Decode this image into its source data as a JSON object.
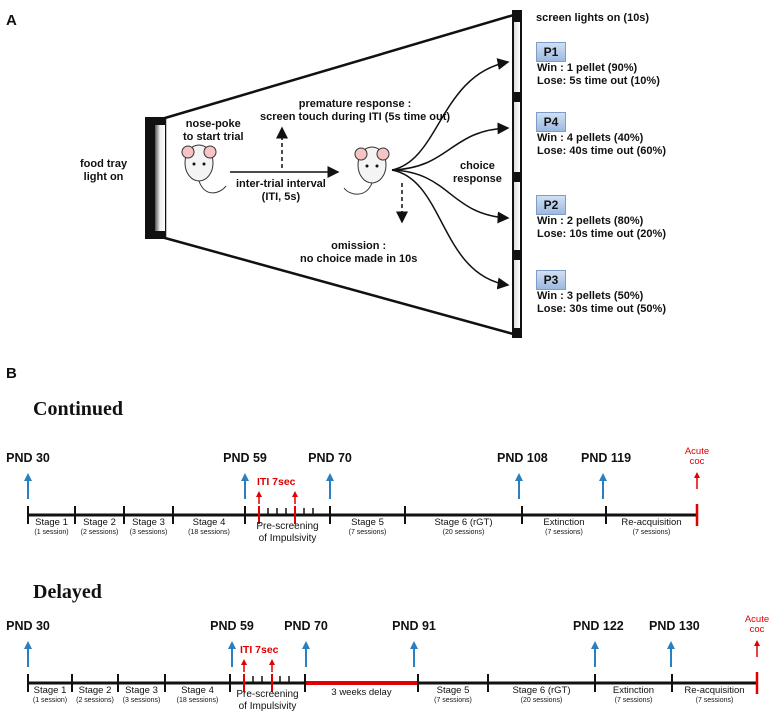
{
  "panel_a": {
    "letter": "A",
    "food_tray": [
      "food tray",
      "light on"
    ],
    "nose_poke": [
      "nose-poke",
      "to start trial"
    ],
    "premature": [
      "premature response :",
      "screen touch during ITI (5s time out)"
    ],
    "iti": [
      "inter-trial interval",
      "(ITI, 5s)"
    ],
    "omission": [
      "omission :",
      "no choice made in 10s"
    ],
    "choice": [
      "choice",
      "response"
    ],
    "screen_lights": "screen lights on (10s)",
    "options": [
      {
        "name": "P1",
        "win": "Win   : 1 pellet (90%)",
        "lose": "Lose: 5s time out (10%)"
      },
      {
        "name": "P4",
        "win": "Win   : 4 pellets (40%)",
        "lose": "Lose: 40s time out (60%)"
      },
      {
        "name": "P2",
        "win": "Win   : 2 pellets (80%)",
        "lose": "Lose: 10s time out (20%)"
      },
      {
        "name": "P3",
        "win": "Win   : 3 pellets (50%)",
        "lose": "Lose: 30s time out (50%)"
      }
    ],
    "colors": {
      "box": "#9db9e0",
      "screen": "#111111"
    }
  },
  "panel_b": {
    "letter": "B",
    "continued": {
      "title": "Continued",
      "pnd": [
        "PND 30",
        "PND 59",
        "PND 70",
        "PND 108",
        "PND 119"
      ],
      "iti": "ITI 7sec",
      "acute": [
        "Acute",
        "coc"
      ],
      "stages": [
        {
          "name": "Stage 1",
          "sessions": "(1 session)"
        },
        {
          "name": "Stage 2",
          "sessions": "(2 sessions)"
        },
        {
          "name": "Stage 3",
          "sessions": "(3 sessions)"
        },
        {
          "name": "Stage 4",
          "sessions": "(18 sessions)"
        },
        {
          "name": "Pre-screening",
          "sessions": "of Impulsivity"
        },
        {
          "name": "Stage 5",
          "sessions": "(7 sessions)"
        },
        {
          "name": "Stage 6 (rGT)",
          "sessions": "(20 sessions)"
        },
        {
          "name": "Extinction",
          "sessions": "(7 sessions)"
        },
        {
          "name": "Re-acquisition",
          "sessions": "(7 sessions)"
        }
      ]
    },
    "delayed": {
      "title": "Delayed",
      "pnd": [
        "PND 30",
        "PND 59",
        "PND 70",
        "PND 91",
        "PND 122",
        "PND 130"
      ],
      "iti": "ITI 7sec",
      "acute": [
        "Acute",
        "coc"
      ],
      "delay": "3 weeks delay",
      "stages": [
        {
          "name": "Stage 1",
          "sessions": "(1 session)"
        },
        {
          "name": "Stage 2",
          "sessions": "(2 sessions)"
        },
        {
          "name": "Stage 3",
          "sessions": "(3 sessions)"
        },
        {
          "name": "Stage 4",
          "sessions": "(18 sessions)"
        },
        {
          "name": "Pre-screening",
          "sessions": "of Impulsivity"
        },
        {
          "name": "Stage 5",
          "sessions": "(7 sessions)"
        },
        {
          "name": "Stage 6 (rGT)",
          "sessions": "(20 sessions)"
        },
        {
          "name": "Extinction",
          "sessions": "(7 sessions)"
        },
        {
          "name": "Re-acquisition",
          "sessions": "(7 sessions)"
        }
      ]
    },
    "colors": {
      "arrow": "#2a7fc0",
      "red": "#e00000"
    }
  }
}
